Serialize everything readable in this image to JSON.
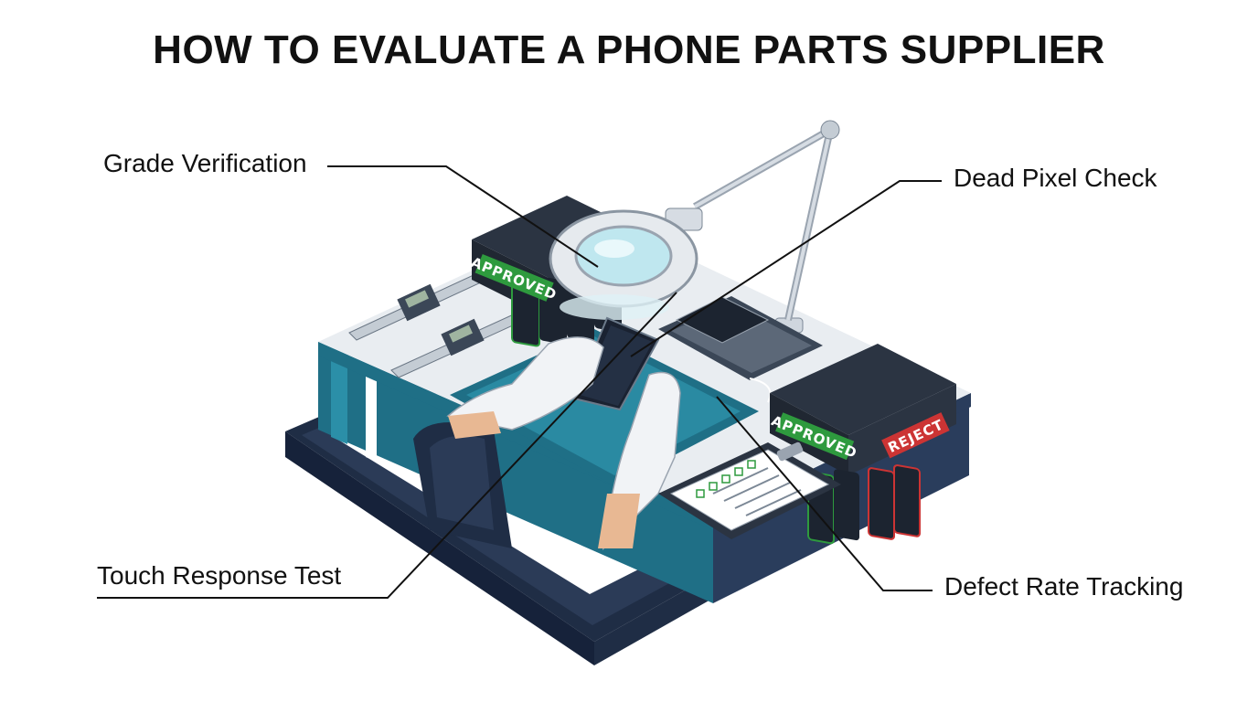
{
  "title": "HOW TO EVALUATE A PHONE PARTS SUPPLIER",
  "callouts": {
    "grade": "Grade Verification",
    "pixel": "Dead Pixel Check",
    "touch": "Touch Response Test",
    "defect": "Defect Rate Tracking"
  },
  "tags": {
    "approved_left": "APPROVED",
    "approved_right": "APPROVED",
    "reject": "REJECT"
  },
  "colors": {
    "navy": "#1f2d45",
    "teal": "#1f6f86",
    "surface": "#e9edf1",
    "approved": "#2e9a3e",
    "reject": "#cc3434"
  }
}
